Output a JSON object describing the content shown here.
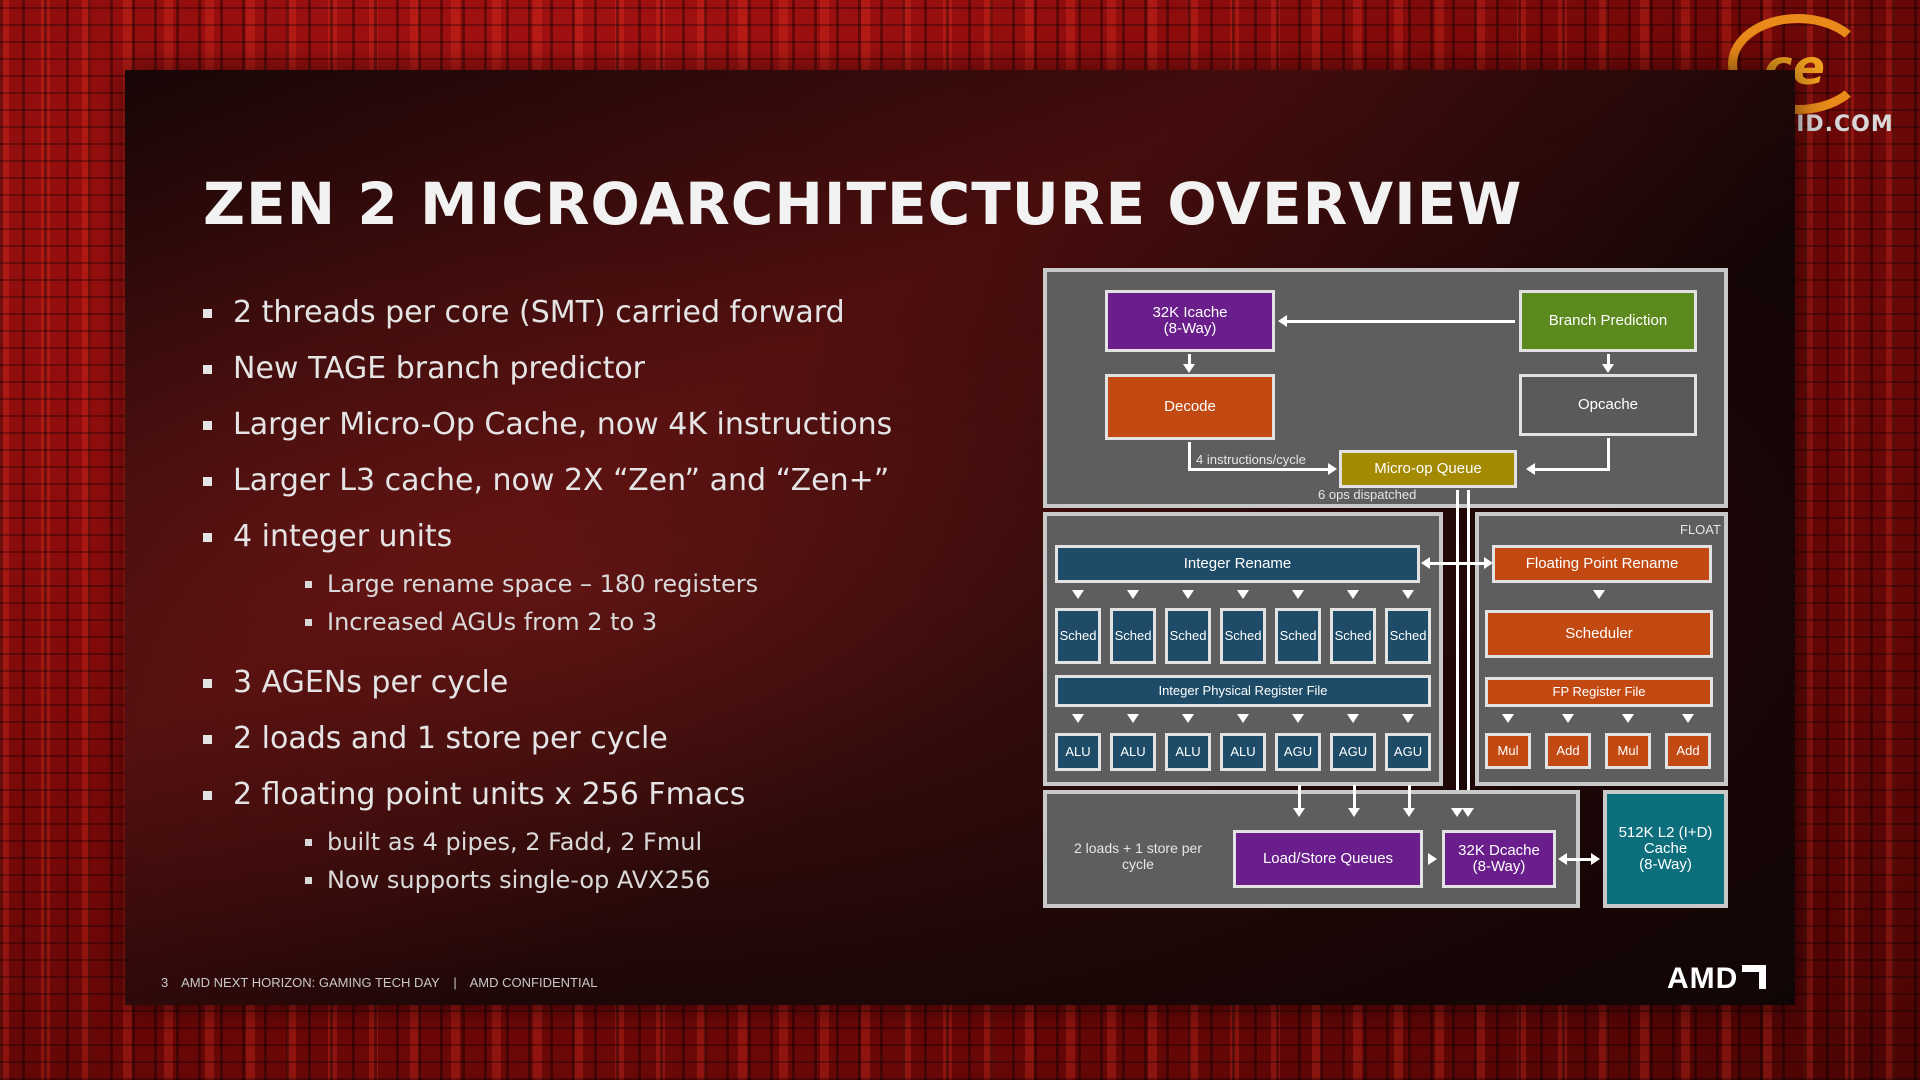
{
  "slide": {
    "title": "ZEN 2 MICROARCHITECTURE OVERVIEW",
    "bullets": [
      {
        "text": "2 threads per core (SMT) carried forward"
      },
      {
        "text": "New TAGE branch predictor"
      },
      {
        "text": "Larger Micro-Op Cache, now 4K instructions"
      },
      {
        "text": "Larger L3 cache, now 2X “Zen” and “Zen+”"
      },
      {
        "text": "4 integer units",
        "sub": [
          "Large rename space – 180 registers",
          "Increased AGUs from 2 to 3"
        ]
      },
      {
        "text": "3 AGENs per cycle"
      },
      {
        "text": "2 loads and 1 store per cycle"
      },
      {
        "text": "2 floating point units x 256 Fmacs",
        "sub": [
          "built as 4 pipes,  2 Fadd, 2 Fmul",
          "Now supports single-op AVX256"
        ]
      }
    ],
    "footer": {
      "page": "3",
      "event": "AMD NEXT HORIZON: GAMING TECH DAY",
      "separator": "|",
      "confidential": "AMD CONFIDENTIAL"
    },
    "logo": "AMD",
    "watermark": {
      "text": "GECID.COM",
      "mark": "ce"
    }
  },
  "diagram": {
    "icache": "32K Icache\n(8-Way)",
    "branch_prediction": "Branch Prediction",
    "decode": "Decode",
    "opcache": "Opcache",
    "micro_op_queue": "Micro-op Queue",
    "instr_per_cycle": "4 instructions/cycle",
    "ops_dispatched": "6 ops dispatched",
    "float_label": "FLOAT",
    "integer_rename": "Integer Rename",
    "fp_rename": "Floating Point Rename",
    "schedulers": [
      "Sched",
      "Sched",
      "Sched",
      "Sched",
      "Sched",
      "Sched",
      "Sched"
    ],
    "fp_scheduler": "Scheduler",
    "int_prf": "Integer Physical Register File",
    "fp_prf": "FP Register File",
    "int_units": [
      "ALU",
      "ALU",
      "ALU",
      "ALU",
      "AGU",
      "AGU",
      "AGU"
    ],
    "fp_units": [
      "Mul",
      "Add",
      "Mul",
      "Add"
    ],
    "loads_stores": "2 loads + 1 store per cycle",
    "ls_queues": "Load/Store Queues",
    "dcache": "32K Dcache\n(8-Way)",
    "l2": "512K L2 (I+D)\nCache\n(8-Way)"
  },
  "colors": {
    "purple": "#6a1e8c",
    "green": "#5c8a1e",
    "orange": "#c24a12",
    "gold": "#a38a00",
    "blue": "#1e4c68",
    "teal": "#0e6f7c"
  }
}
